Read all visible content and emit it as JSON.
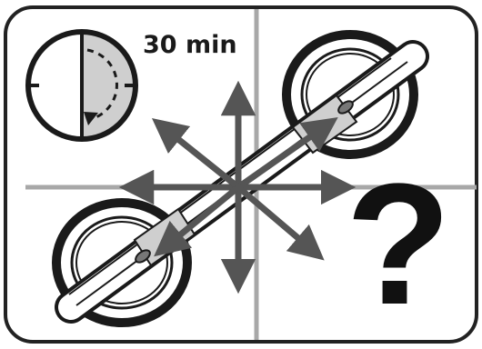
{
  "timer": {
    "label": "30 min",
    "elapsed_fraction": 0.5,
    "icon": "stopwatch-icon"
  },
  "question_mark": "?",
  "icons": {
    "suction_lifter": "suction-cup-lifter-icon",
    "movement_arrows": "multidirectional-arrows-icon",
    "crosshair": "crosshair-lines"
  },
  "colors": {
    "line_dark": "#1a1a1a",
    "arrow_gray": "#555555",
    "crosshair_gray": "#a8a8a8",
    "fill_gray": "#cfcfcf",
    "background": "#ffffff"
  }
}
